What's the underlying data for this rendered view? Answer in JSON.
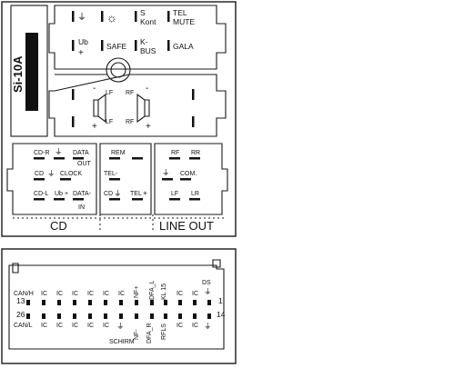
{
  "side_label": "Si-10A",
  "power_block": {
    "s_label": "S",
    "kont_label": "Kont",
    "tel_label": "TEL",
    "mute_label": "MUTE",
    "ub_label": "Ub",
    "plus_label": "+",
    "safe_label": "SAFE",
    "k_label": "K-",
    "bus_label": "BUS",
    "gala_label": "GALA"
  },
  "speaker_block": {
    "lf_top": "LF",
    "rf_top": "RF",
    "lf_bottom": "LF",
    "rf_bottom": "RF",
    "plus": "+"
  },
  "cd_block": {
    "cdr": "CD-R",
    "data": "DATA",
    "out": "OUT",
    "cd_gnd": "CD",
    "clock": "CLOCK",
    "cdl": "CD-L",
    "ub": "Ub",
    "data_in": "DATA-",
    "in": "IN",
    "title": "CD"
  },
  "middle_block": {
    "rem": "REM",
    "tel": "TEL-",
    "cd_gnd": "CD",
    "tel_plus": "TEL"
  },
  "line_block": {
    "rf": "RF",
    "rr": "RR",
    "com": "COM.",
    "lf": "LF",
    "lr": "LR",
    "title": "LINE OUT"
  },
  "bottom_connector": {
    "top_left": "CAN/H",
    "num_13": "13",
    "num_26": "26",
    "num_1": "1",
    "num_14": "14",
    "bottom_left": "CAN/L",
    "ic": "IC",
    "nf_plus": "NF+",
    "dfa_l": "DFA_L",
    "kl15": "KL 15",
    "ds": "DS",
    "schirm": "SCHIRM",
    "nf_minus": "NF-",
    "dfa_r": "DFA_R",
    "rfls": "RFLS"
  }
}
